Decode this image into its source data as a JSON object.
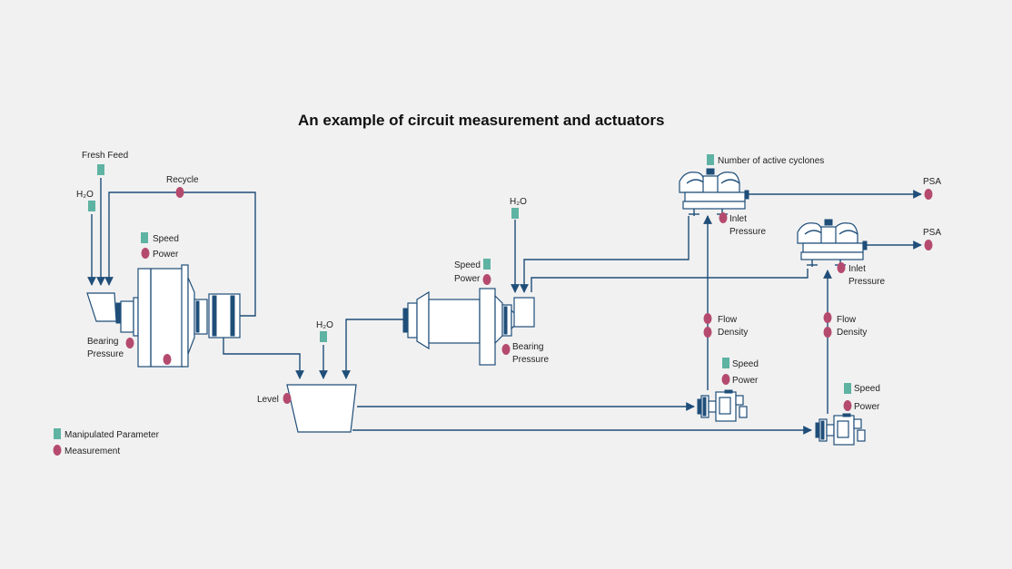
{
  "title": "An example of circuit measurement and actuators",
  "colors": {
    "manipulated": "#5fb3a3",
    "measurement": "#b54a6f",
    "line": "#1f4e79",
    "background": "#f1f1f1"
  },
  "labels": {
    "fresh_feed": "Fresh Feed",
    "h2o_1": "H₂O",
    "recycle": "Recycle",
    "sag_speed": "Speed",
    "sag_power": "Power",
    "sag_bearing": "Bearing",
    "sag_pressure": "Pressure",
    "h2o_2": "H₂O",
    "level": "Level",
    "h2o_3": "H₂O",
    "ball_speed": "Speed",
    "ball_power": "Power",
    "ball_bearing": "Bearing",
    "ball_pressure": "Pressure",
    "active_cyclones": "Number  of active cyclones",
    "psa_1": "PSA",
    "psa_2": "PSA",
    "inlet_1": "Inlet",
    "inlet_pressure_1": "Pressure",
    "inlet_2": "Inlet",
    "inlet_pressure_2": "Pressure",
    "flow_1": "Flow",
    "density_1": "Density",
    "flow_2": "Flow",
    "density_2": "Density",
    "pump1_speed": "Speed",
    "pump1_power": "Power",
    "pump2_speed": "Speed",
    "pump2_power": "Power"
  },
  "legend": {
    "manipulated": "Manipulated Parameter",
    "measurement": "Measurement"
  }
}
